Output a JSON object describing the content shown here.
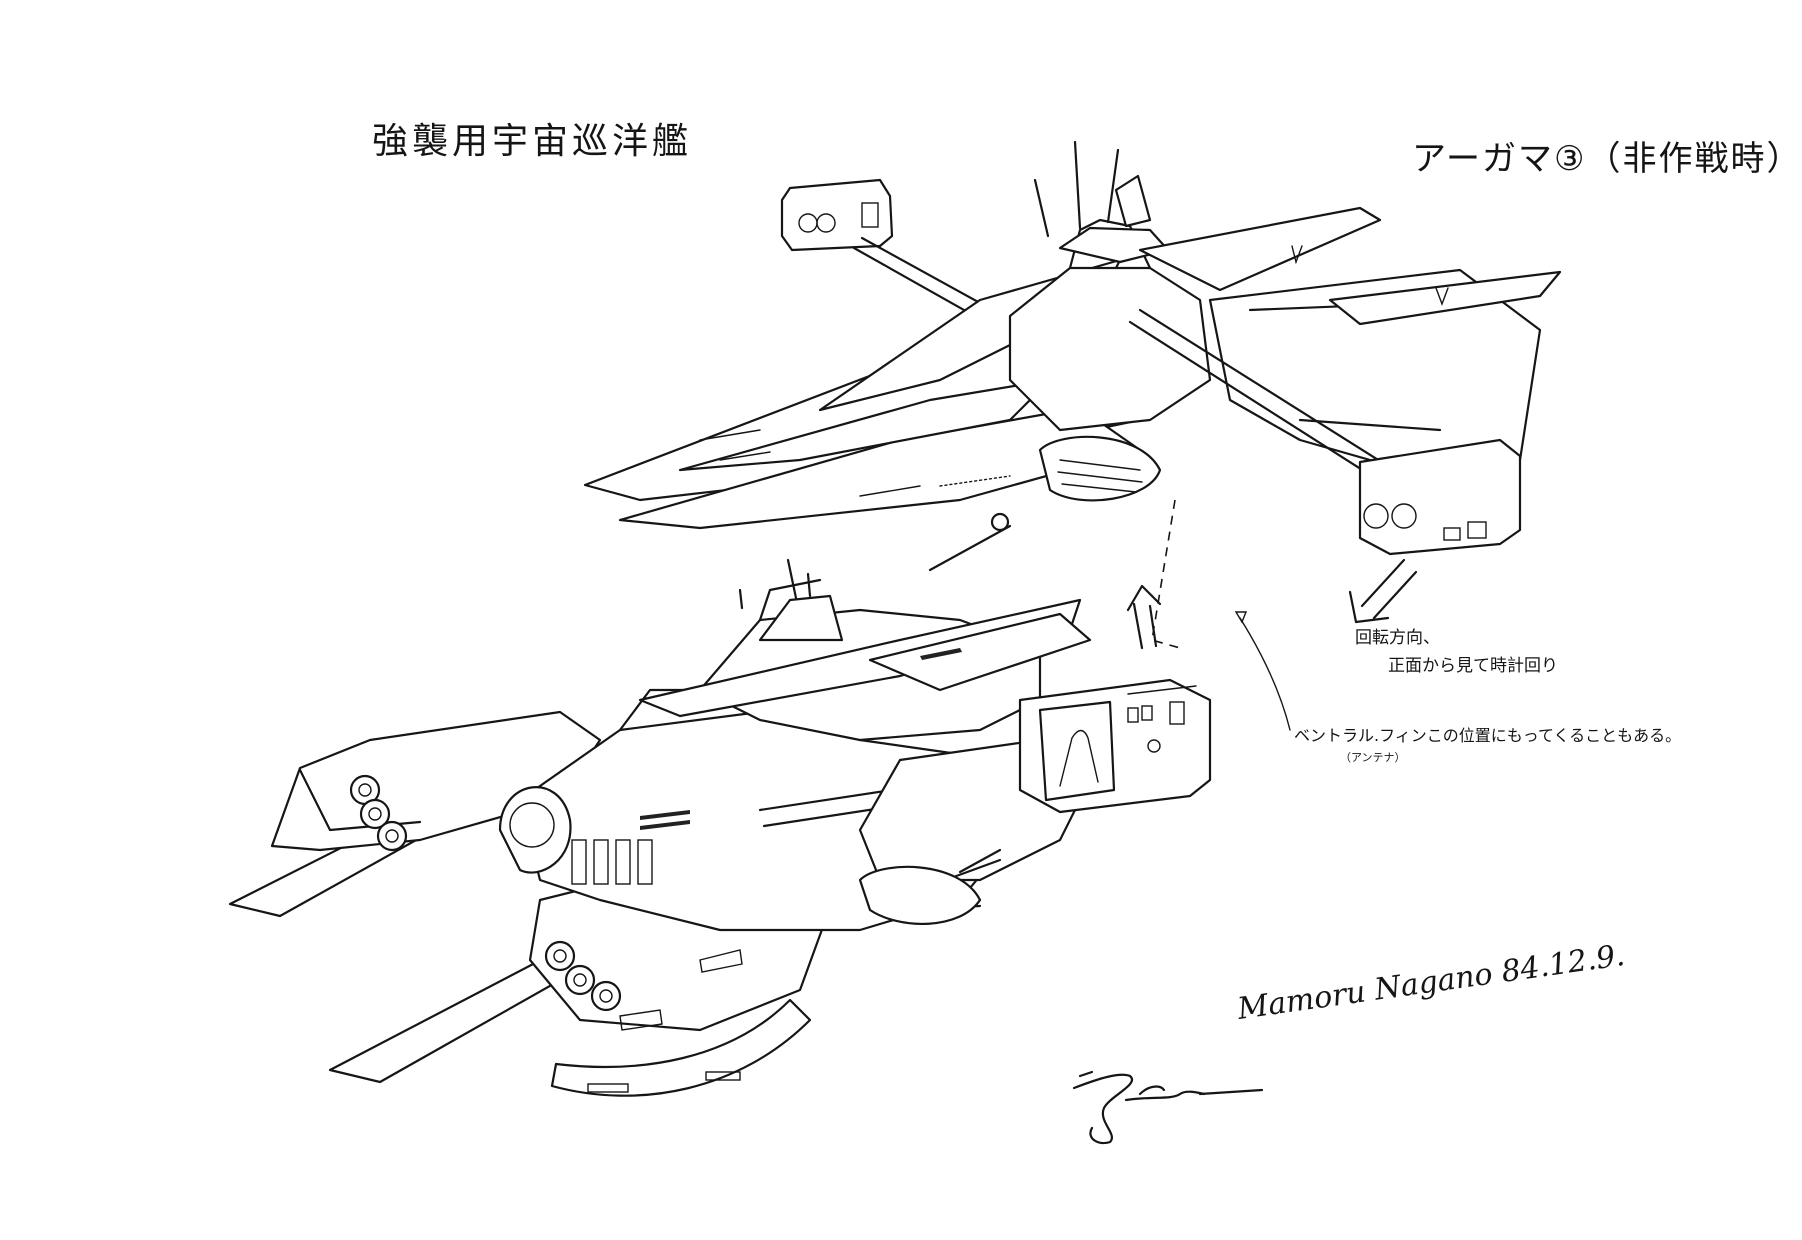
{
  "sheet": {
    "title": "強襲用宇宙巡洋艦",
    "ship_name": "アーガマ③（非作戦時）",
    "notes": {
      "rotation_line1": "回転方向、",
      "rotation_line2": "正面から見て時計回り",
      "ventral_fin": "ベントラル.フィンこの位置にもってくることもある。",
      "ventral_fin_sub": "（アンテナ）"
    },
    "signature": {
      "name_date": "Mamoru Nagano 84.12.9."
    }
  }
}
